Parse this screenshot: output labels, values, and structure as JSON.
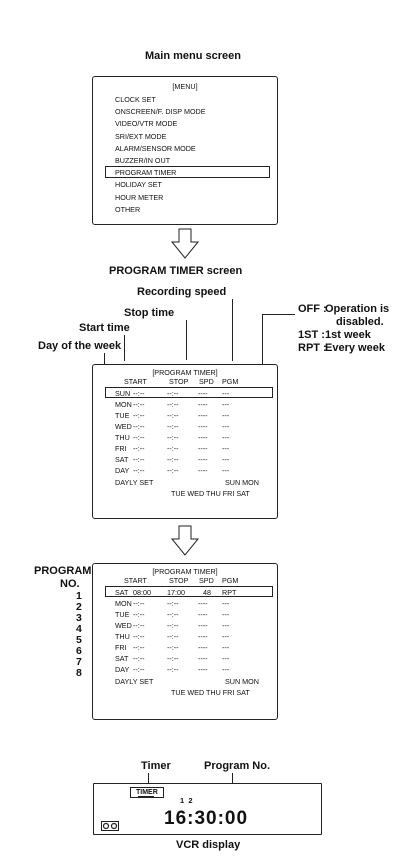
{
  "main_menu": {
    "heading": "Main menu screen",
    "title": "[MENU]",
    "items": [
      "CLOCK SET",
      "ONSCREEN/F. DISP MODE",
      "VIDEO/VTR MODE",
      "SRI/EXT MODE",
      "ALARM/SENSOR MODE",
      "BUZZER/IN OUT",
      "PROGRAM TIMER",
      "HOLIDAY SET",
      "HOUR METER",
      "OTHER"
    ],
    "selected_index": 6
  },
  "program_timer": {
    "heading": "PROGRAM TIMER screen",
    "callouts": {
      "recording_speed": "Recording speed",
      "stop_time": "Stop time",
      "start_time": "Start time",
      "day_of_week": "Day of the week"
    },
    "pgm_legend": [
      {
        "key": "OFF :",
        "desc": "Operation is"
      },
      {
        "key": "",
        "desc": "disabled."
      },
      {
        "key": "1ST :",
        "desc": "1st week"
      },
      {
        "key": "RPT :",
        "desc": "Every week"
      }
    ],
    "title": "[PROGRAM TIMER]",
    "headers": [
      "START",
      "STOP",
      "SPD",
      "PGM"
    ],
    "rows": [
      {
        "day": "SUN",
        "start": "--:--",
        "stop": "--:--",
        "spd": "----",
        "pgm": "---"
      },
      {
        "day": "MON",
        "start": "--:--",
        "stop": "--:--",
        "spd": "----",
        "pgm": "---"
      },
      {
        "day": "TUE",
        "start": "--:--",
        "stop": "--:--",
        "spd": "----",
        "pgm": "---"
      },
      {
        "day": "WED",
        "start": "--:--",
        "stop": "--:--",
        "spd": "----",
        "pgm": "---"
      },
      {
        "day": "THU",
        "start": "--:--",
        "stop": "--:--",
        "spd": "----",
        "pgm": "---"
      },
      {
        "day": "FRI",
        "start": "--:--",
        "stop": "--:--",
        "spd": "----",
        "pgm": "---"
      },
      {
        "day": "SAT",
        "start": "--:--",
        "stop": "--:--",
        "spd": "----",
        "pgm": "---"
      },
      {
        "day": "DAY",
        "start": "--:--",
        "stop": "--:--",
        "spd": "----",
        "pgm": "---"
      }
    ],
    "footer1_left": "DAYLY SET",
    "footer1_right": "SUN MON",
    "footer2": "TUE WED THU FRI SAT"
  },
  "program_list": {
    "label_line1": "PROGRAM",
    "label_line2": "NO.",
    "numbers": [
      "1",
      "2",
      "3",
      "4",
      "5",
      "6",
      "7",
      "8"
    ],
    "title": "[PROGRAM TIMER]",
    "headers": [
      "START",
      "STOP",
      "SPD",
      "PGM"
    ],
    "rows": [
      {
        "day": "SAT",
        "start": "08:00",
        "stop": "17:00",
        "spd": "48",
        "pgm": "RPT"
      },
      {
        "day": "MON",
        "start": "--:--",
        "stop": "--:--",
        "spd": "----",
        "pgm": "---"
      },
      {
        "day": "TUE",
        "start": "--:--",
        "stop": "--:--",
        "spd": "----",
        "pgm": "---"
      },
      {
        "day": "WED",
        "start": "--:--",
        "stop": "--:--",
        "spd": "----",
        "pgm": "---"
      },
      {
        "day": "THU",
        "start": "--:--",
        "stop": "--:--",
        "spd": "----",
        "pgm": "---"
      },
      {
        "day": "FRI",
        "start": "--:--",
        "stop": "--:--",
        "spd": "----",
        "pgm": "---"
      },
      {
        "day": "SAT",
        "start": "--:--",
        "stop": "--:--",
        "spd": "----",
        "pgm": "---"
      },
      {
        "day": "DAY",
        "start": "--:--",
        "stop": "--:--",
        "spd": "----",
        "pgm": "---"
      }
    ],
    "footer1_left": "DAYLY SET",
    "footer1_right": "SUN MON",
    "footer2": "TUE WED THU FRI SAT"
  },
  "vcr_display": {
    "timer_label": "Timer",
    "program_no_label": "Program No.",
    "timer_badge": "TIMER",
    "program_digits": "1  2",
    "time": "16:30:00",
    "caption": "VCR display",
    "tape_icon": "cassette-icon"
  }
}
